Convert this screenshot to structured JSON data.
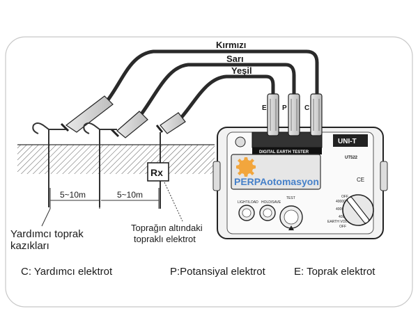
{
  "leads": {
    "kirmizi": "Kırmızı",
    "sari": "Sarı",
    "yesil": "Yeşil"
  },
  "terminals": {
    "e": "E",
    "p": "P",
    "c": "C"
  },
  "distances": {
    "first": "5~10m",
    "second": "5~10m"
  },
  "rx": "Rx",
  "aux_stakes": {
    "line1": "Yardımcı toprak",
    "line2": "kazıkları"
  },
  "earth_electrode": {
    "line1": "Toprağın altındaki",
    "line2": "topraklı elektrot"
  },
  "device": {
    "display_label": "DIGITAL EARTH TESTER",
    "brand": "UNI-T",
    "model": "UT522",
    "buttons": {
      "light_load": "LIGHT/LOAD",
      "hold_save": "HOLD/SAVE",
      "test": "TEST"
    },
    "dial": {
      "off_top": "OFF",
      "r4000": "4000Ω",
      "r400": "400Ω",
      "r40": "40Ω",
      "earth_voltage": "EARTH VOLTAGE",
      "off_bottom": "OFF"
    },
    "ce": "CE"
  },
  "watermark": "PERPAotomasyon",
  "legend": {
    "c": "C: Yardımcı elektrot",
    "p": "P:Potansiyal elektrot",
    "e": "E: Toprak elektrot"
  },
  "colors": {
    "cable": "#2a2a2a",
    "watermark_orange": "#f39a1e",
    "watermark_blue": "#2a6fc4",
    "border": "#c8c8c8"
  }
}
